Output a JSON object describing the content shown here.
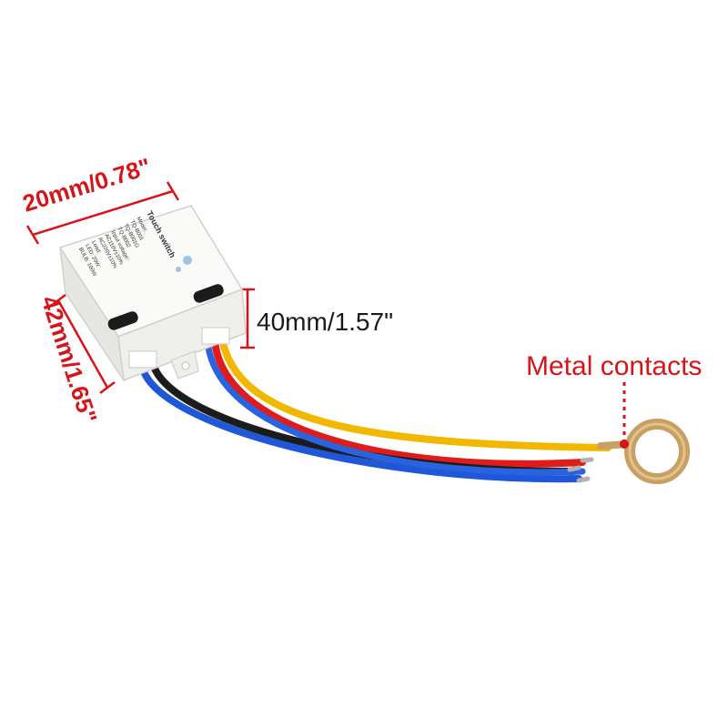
{
  "colors": {
    "dimension_red": "#d8141b",
    "dimension_text_dark": "#1a1a1a",
    "housing": "#f1f1ef",
    "wire_yellow": "#f2b800",
    "wire_red": "#e01b1b",
    "wire_black": "#1c1c1c",
    "wire_blue": "#1f57d8",
    "ring_brass": "#c9a063"
  },
  "dimensions": {
    "width": "20mm/0.78\"",
    "height": "42mm/1.65\"",
    "depth": "40mm/1.57\""
  },
  "callout": {
    "label": "Metal contacts"
  },
  "product_label": {
    "title": "Touch switch",
    "lines": [
      "Model:",
      "TQ-B001",
      "TQ-B001G",
      "TQ-B002",
      "Input voltage:",
      "AC110V±10%",
      "AC220V±10%",
      "Load:",
      "LED: 20W",
      "BULB: 100W"
    ]
  }
}
